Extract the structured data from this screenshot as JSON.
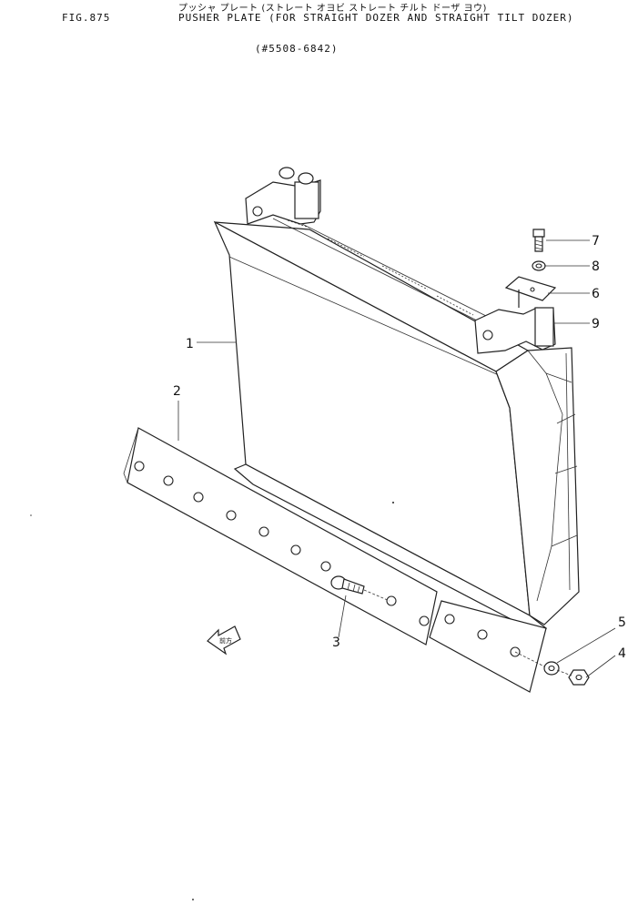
{
  "header": {
    "figure_number": "FIG.875",
    "title_kana": "プッシャ プレート (ストレート オヨビ ストレート チルト ドーザ ヨウ)",
    "title": "PUSHER PLATE (FOR STRAIGHT DOZER AND STRAIGHT TILT DOZER)",
    "serial_range": "(#5508-6842)"
  },
  "callouts": [
    {
      "id": "callout-1",
      "label": "1"
    },
    {
      "id": "callout-2",
      "label": "2"
    },
    {
      "id": "callout-3",
      "label": "3"
    },
    {
      "id": "callout-4",
      "label": "4"
    },
    {
      "id": "callout-5",
      "label": "5"
    },
    {
      "id": "callout-6",
      "label": "6"
    },
    {
      "id": "callout-7",
      "label": "7"
    },
    {
      "id": "callout-8",
      "label": "8"
    },
    {
      "id": "callout-9",
      "label": "9"
    }
  ],
  "direction_arrow": {
    "label": "前方"
  }
}
